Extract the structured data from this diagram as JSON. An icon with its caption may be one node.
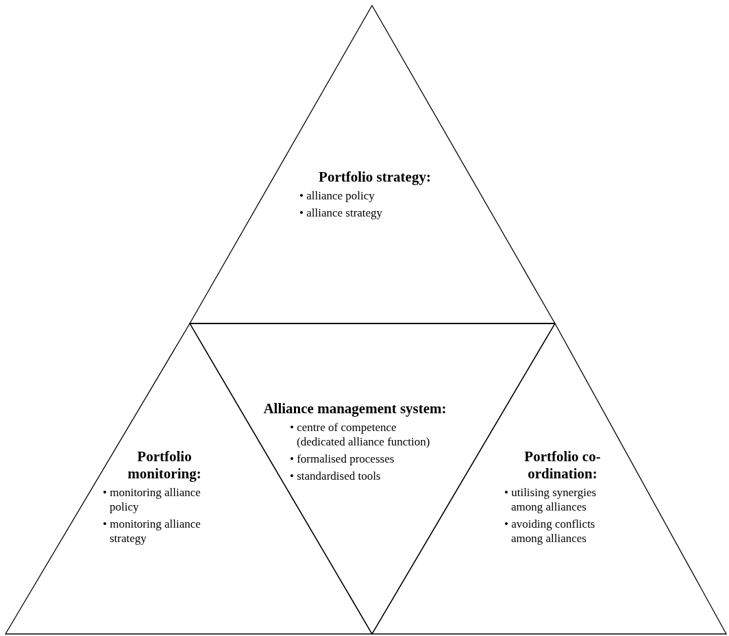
{
  "diagram": {
    "nodes": [
      {
        "text": [
          "Portfolio strategy:",
          "• alliance policy",
          "• alliance strategy"
        ]
      },
      {
        "text": [
          "Portfolio monitoring:",
          "• monitoring alliance policy",
          "• monitoring alliance strategy"
        ]
      },
      {
        "text": [
          "Alliance management system:",
          "• centre of competence (dedicated alliance function)",
          "• formalised processes",
          "• standardised tools"
        ]
      },
      {
        "text": [
          "Portfolio co-ordination:",
          "• utilising synergies among alliances",
          "• avoiding conflicts among alliances"
        ]
      }
    ]
  }
}
